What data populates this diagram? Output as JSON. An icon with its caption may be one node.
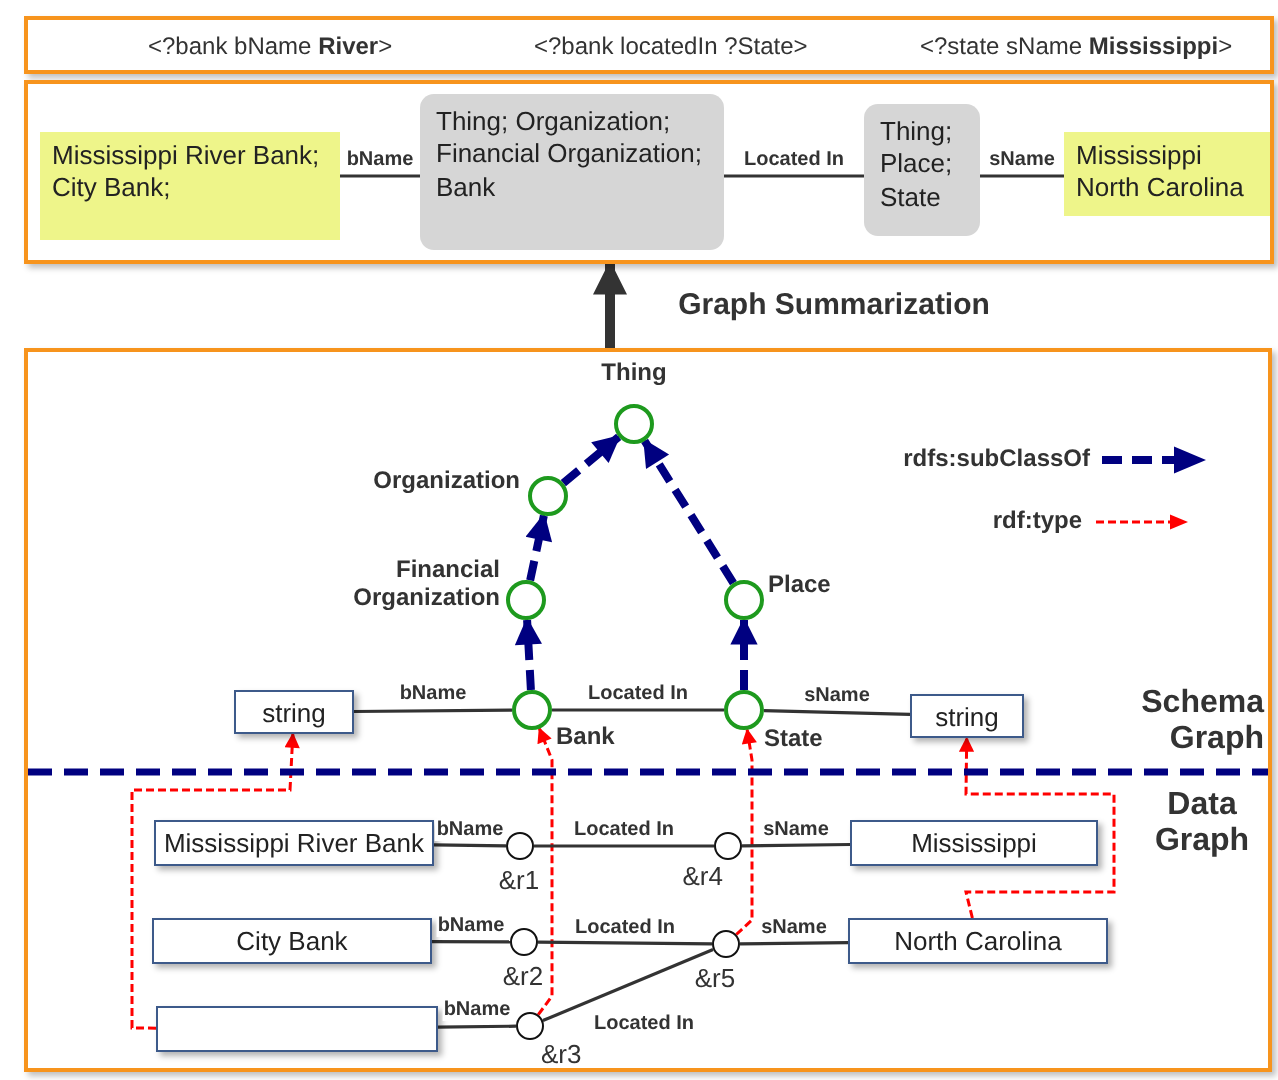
{
  "diagram": {
    "nodes": [
      {
        "text": [
          "<?bank bName **River**>",
          "<?bank locatedIn ?State>",
          "<?state sName **Mississippi**>"
        ]
      },
      {
        "text": [],
        "shape": "box"
      },
      {
        "text": [
          "Mississippi River Bank; City Bank;"
        ],
        "in": 1
      },
      {
        "text": [
          "Thing; Organization; Financial Organization; Bank"
        ],
        "in": 1
      },
      {
        "text": [
          "Thing; Place; State"
        ],
        "in": 1
      },
      {
        "text": [
          "Mississippi North Carolina"
        ],
        "in": 1
      },
      {
        "text": [],
        "shape": "box"
      },
      {
        "text": [
          "Thing"
        ],
        "in": 6
      },
      {
        "text": [
          "Organization"
        ],
        "in": 6
      },
      {
        "text": [
          "Financial Organization"
        ],
        "in": 6
      },
      {
        "text": [
          "Place"
        ],
        "in": 6
      },
      {
        "text": [
          "Bank"
        ],
        "in": 6
      },
      {
        "text": [
          "State"
        ],
        "in": 6
      },
      {
        "text": [
          "string"
        ],
        "in": 6
      },
      {
        "text": [
          "string"
        ],
        "in": 6
      },
      {
        "text": [
          "Mississippi River Bank"
        ],
        "in": 6
      },
      {
        "text": [
          "City Bank"
        ],
        "in": 6
      },
      {
        "text": [],
        "shape": "box",
        "in": 6
      },
      {
        "text": [
          "&r1"
        ],
        "in": 6
      },
      {
        "text": [
          "&r2"
        ],
        "in": 6
      },
      {
        "text": [
          "&r3"
        ],
        "in": 6
      },
      {
        "text": [
          "&r4"
        ],
        "in": 6
      },
      {
        "text": [
          "&r5"
        ],
        "in": 6
      },
      {
        "text": [
          "Mississippi"
        ],
        "in": 6
      },
      {
        "text": [
          "North Carolina"
        ],
        "in": 6
      }
    ],
    "edges": [
      {
        "from": 2,
        "to": 3,
        "arrow": "none",
        "label": "bName"
      },
      {
        "from": 3,
        "to": 4,
        "arrow": "none",
        "label": "Located In"
      },
      {
        "from": 4,
        "to": 5,
        "arrow": "none",
        "label": "sName"
      },
      {
        "from": 6,
        "to": 1,
        "arrow": "to",
        "label": "Graph Summarization",
        "style": "thick"
      },
      {
        "from": 9,
        "to": 8,
        "arrow": "to",
        "style": "dashed",
        "color": "#000080"
      },
      {
        "from": 8,
        "to": 7,
        "arrow": "to",
        "style": "dashed",
        "color": "#000080"
      },
      {
        "from": 10,
        "to": 7,
        "arrow": "to",
        "style": "dashed",
        "color": "#000080"
      },
      {
        "from": 11,
        "to": 9,
        "arrow": "to",
        "style": "dashed",
        "color": "#000080"
      },
      {
        "from": 12,
        "to": 10,
        "arrow": "to",
        "style": "dashed",
        "color": "#000080"
      },
      {
        "from": 13,
        "to": 11,
        "arrow": "none",
        "label": "bName"
      },
      {
        "from": 11,
        "to": 12,
        "arrow": "none",
        "label": "Located In"
      },
      {
        "from": 12,
        "to": 14,
        "arrow": "none",
        "label": "sName"
      },
      {
        "from": 17,
        "to": 13,
        "arrow": "to",
        "style": "dashed",
        "color": "#ff0000"
      },
      {
        "from": 20,
        "to": 11,
        "arrow": "to",
        "style": "dashed",
        "color": "#ff0000"
      },
      {
        "from": 22,
        "to": 12,
        "arrow": "to",
        "style": "dashed",
        "color": "#ff0000"
      },
      {
        "from": 24,
        "to": 14,
        "arrow": "to",
        "style": "dashed",
        "color": "#ff0000"
      },
      {
        "from": 15,
        "to": 18,
        "arrow": "none",
        "label": "bName"
      },
      {
        "from": 18,
        "to": 21,
        "arrow": "none",
        "label": "Located In"
      },
      {
        "from": 21,
        "to": 23,
        "arrow": "none",
        "label": "sName"
      },
      {
        "from": 16,
        "to": 19,
        "arrow": "none",
        "label": "bName"
      },
      {
        "from": 19,
        "to": 22,
        "arrow": "none",
        "label": "Located In"
      },
      {
        "from": 22,
        "to": 24,
        "arrow": "none",
        "label": "sName"
      },
      {
        "from": 17,
        "to": 20,
        "arrow": "none",
        "label": "bName"
      },
      {
        "from": 20,
        "to": 22,
        "arrow": "none",
        "label": "Located In"
      }
    ],
    "labels": [
      "Schema Graph",
      "Data Graph"
    ],
    "legend": [
      {
        "text": "rdfs:subClassOf"
      },
      {
        "text": "rdf:type"
      }
    ]
  }
}
